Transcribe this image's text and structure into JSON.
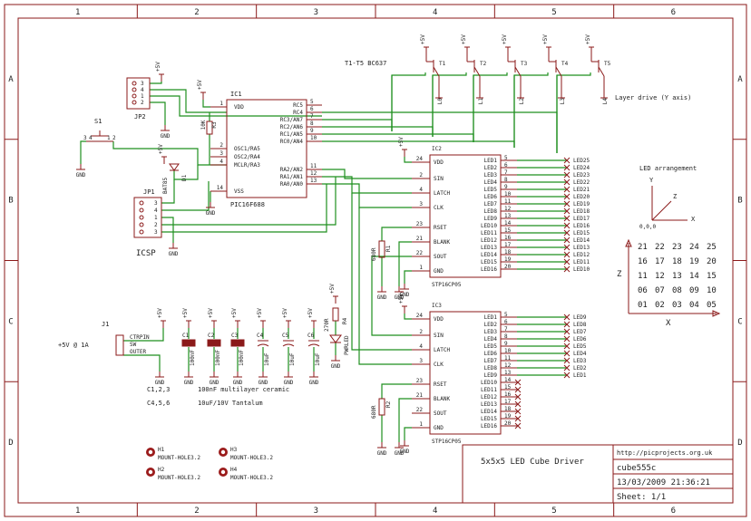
{
  "frame": {
    "columns": [
      "1",
      "2",
      "3",
      "4",
      "5",
      "6"
    ],
    "rows": [
      "A",
      "B",
      "C",
      "D"
    ]
  },
  "title_block": {
    "title": "5x5x5 LED Cube Driver",
    "url": "http://picprojects.org.uk",
    "name": "cube555c",
    "datetime": "13/03/2009 21:36:21",
    "sheet": "Sheet: 1/1"
  },
  "transistors": {
    "type_label": "T1-T5  BC637",
    "layer_label": "Layer drive (Y axis)",
    "items": [
      {
        "ref": "T1",
        "supply": "+5V",
        "net": "L0"
      },
      {
        "ref": "T2",
        "supply": "+5V",
        "net": "L1"
      },
      {
        "ref": "T3",
        "supply": "+5V",
        "net": "L2"
      },
      {
        "ref": "T4",
        "supply": "+5V",
        "net": "L3"
      },
      {
        "ref": "T5",
        "supply": "+5V",
        "net": "L4"
      }
    ]
  },
  "ic1": {
    "ref": "IC1",
    "part": "PIC16F688",
    "left_pins": [
      {
        "num": "1",
        "name": "VDD"
      },
      {
        "num": "2",
        "name": "OSC1/RA5"
      },
      {
        "num": "3",
        "name": "OSC2/RA4"
      },
      {
        "num": "4",
        "name": "MCLR/RA3"
      },
      {
        "num": "14",
        "name": "VSS"
      }
    ],
    "right_pins": [
      {
        "num": "5",
        "name": "RC5"
      },
      {
        "num": "6",
        "name": "RC4"
      },
      {
        "num": "7",
        "name": "RC3/AN7"
      },
      {
        "num": "8",
        "name": "RC2/AN6"
      },
      {
        "num": "9",
        "name": "RC1/AN5"
      },
      {
        "num": "10",
        "name": "RC0/AN4"
      },
      {
        "num": "11",
        "name": "RA2/AN2"
      },
      {
        "num": "12",
        "name": "RA1/AN1"
      },
      {
        "num": "13",
        "name": "RA0/AN0"
      }
    ]
  },
  "ic2": {
    "ref": "IC2",
    "part": "STP16CP05",
    "left_pins": [
      {
        "num": "24",
        "name": "VDD"
      },
      {
        "num": "2",
        "name": "SIN"
      },
      {
        "num": "4",
        "name": "LATCH"
      },
      {
        "num": "3",
        "name": "CLK"
      },
      {
        "num": "23",
        "name": "RSET"
      },
      {
        "num": "21",
        "name": "BLANK"
      },
      {
        "num": "22",
        "name": "SOUT"
      },
      {
        "num": "1",
        "name": "GND"
      }
    ],
    "outputs": [
      {
        "pin": "LED1",
        "num": "5",
        "net": "LED25"
      },
      {
        "pin": "LED2",
        "num": "6",
        "net": "LED24"
      },
      {
        "pin": "LED3",
        "num": "7",
        "net": "LED23"
      },
      {
        "pin": "LED4",
        "num": "8",
        "net": "LED22"
      },
      {
        "pin": "LED5",
        "num": "9",
        "net": "LED21"
      },
      {
        "pin": "LED6",
        "num": "10",
        "net": "LED20"
      },
      {
        "pin": "LED7",
        "num": "11",
        "net": "LED19"
      },
      {
        "pin": "LED8",
        "num": "12",
        "net": "LED18"
      },
      {
        "pin": "LED9",
        "num": "13",
        "net": "LED17"
      },
      {
        "pin": "LED10",
        "num": "14",
        "net": "LED16"
      },
      {
        "pin": "LED11",
        "num": "15",
        "net": "LED15"
      },
      {
        "pin": "LED12",
        "num": "16",
        "net": "LED14"
      },
      {
        "pin": "LED13",
        "num": "17",
        "net": "LED13"
      },
      {
        "pin": "LED14",
        "num": "18",
        "net": "LED12"
      },
      {
        "pin": "LED15",
        "num": "19",
        "net": "LED11"
      },
      {
        "pin": "LED16",
        "num": "20",
        "net": "LED10"
      }
    ]
  },
  "ic3": {
    "ref": "IC3",
    "part": "STP16CP05",
    "left_pins": [
      {
        "num": "24",
        "name": "VDD"
      },
      {
        "num": "2",
        "name": "SIN"
      },
      {
        "num": "4",
        "name": "LATCH"
      },
      {
        "num": "3",
        "name": "CLK"
      },
      {
        "num": "23",
        "name": "RSET"
      },
      {
        "num": "21",
        "name": "BLANK"
      },
      {
        "num": "22",
        "name": "SOUT"
      },
      {
        "num": "1",
        "name": "GND"
      }
    ],
    "outputs": [
      {
        "pin": "LED1",
        "num": "5",
        "net": "LED9"
      },
      {
        "pin": "LED2",
        "num": "6",
        "net": "LED8"
      },
      {
        "pin": "LED3",
        "num": "7",
        "net": "LED7"
      },
      {
        "pin": "LED4",
        "num": "8",
        "net": "LED6"
      },
      {
        "pin": "LED5",
        "num": "9",
        "net": "LED5"
      },
      {
        "pin": "LED6",
        "num": "10",
        "net": "LED4"
      },
      {
        "pin": "LED7",
        "num": "11",
        "net": "LED3"
      },
      {
        "pin": "LED8",
        "num": "12",
        "net": "LED2"
      },
      {
        "pin": "LED9",
        "num": "13",
        "net": "LED1"
      },
      {
        "pin": "LED10",
        "num": "14",
        "net": ""
      },
      {
        "pin": "LED11",
        "num": "15",
        "net": ""
      },
      {
        "pin": "LED12",
        "num": "16",
        "net": ""
      },
      {
        "pin": "LED13",
        "num": "17",
        "net": ""
      },
      {
        "pin": "LED14",
        "num": "18",
        "net": ""
      },
      {
        "pin": "LED15",
        "num": "19",
        "net": ""
      },
      {
        "pin": "LED16",
        "num": "20",
        "net": ""
      }
    ]
  },
  "labels": {
    "vcc": "+5V",
    "gnd": "GND",
    "jp1": "JP1",
    "jp2": "JP2",
    "icsp": "ICSP",
    "s1": "S1",
    "s1_pins": [
      "3",
      "4",
      "1",
      "2"
    ],
    "r3": "R3",
    "r3_val": "10K",
    "d1": "D1",
    "d1_val": "BAT85",
    "r1": "R1",
    "r1_val": "680R",
    "r2": "R2",
    "r2_val": "680R",
    "r4": "R4",
    "r4_val": "270R",
    "pwrled": "PWRLED",
    "j1": "J1",
    "j1_pins": [
      "CTRPIN",
      "SW",
      "OUTER"
    ],
    "supply_in": "+5V @ 1A",
    "caps": [
      {
        "ref": "C1",
        "val": "100nF"
      },
      {
        "ref": "C2",
        "val": "100nF"
      },
      {
        "ref": "C3",
        "val": "100nF"
      },
      {
        "ref": "C4",
        "val": "10uF"
      },
      {
        "ref": "C5",
        "val": "10uF"
      },
      {
        "ref": "C6",
        "val": "10uF"
      }
    ],
    "note1_ref": "C1,2,3",
    "note1_text": "100nF multilayer ceramic",
    "note2_ref": "C4,5,6",
    "note2_text": "10uF/10V Tantalum",
    "holes": [
      {
        "ref": "H1",
        "val": "MOUNT-HOLE3.2"
      },
      {
        "ref": "H2",
        "val": "MOUNT-HOLE3.2"
      },
      {
        "ref": "H3",
        "val": "MOUNT-HOLE3.2"
      },
      {
        "ref": "H4",
        "val": "MOUNT-HOLE3.2"
      }
    ]
  },
  "led_arrangement": {
    "title": "LED arrangement",
    "axis_y": "Y",
    "axis_z": "Z",
    "axis_x": "X",
    "origin": "0,0,0",
    "grid_z": "Z",
    "grid_x": "X",
    "rows": [
      [
        "21",
        "22",
        "23",
        "24",
        "25"
      ],
      [
        "16",
        "17",
        "18",
        "19",
        "20"
      ],
      [
        "11",
        "12",
        "13",
        "14",
        "15"
      ],
      [
        "06",
        "07",
        "08",
        "09",
        "10"
      ],
      [
        "01",
        "02",
        "03",
        "04",
        "05"
      ]
    ]
  },
  "colors": {
    "frame": "#8b1a1a",
    "wire": "#1f8f1f",
    "text": "#222222"
  }
}
